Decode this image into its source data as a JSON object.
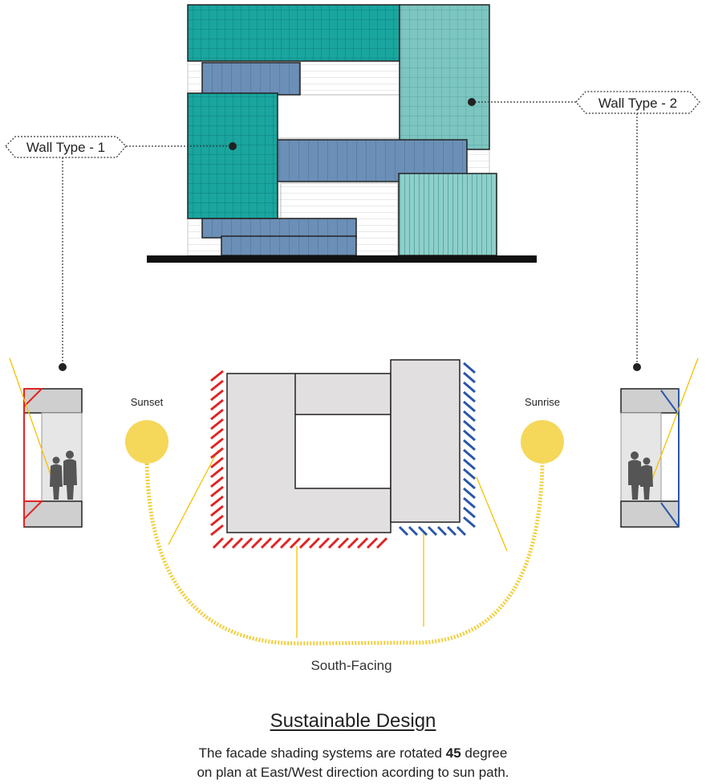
{
  "labels": {
    "wall_type_1": "Wall Type - 1",
    "wall_type_2": "Wall Type - 2",
    "sunset": "Sunset",
    "sunrise": "Sunrise",
    "south_facing": "South-Facing"
  },
  "title": "Sustainable Design",
  "caption": {
    "line1_before": "The facade shading systems are rotated ",
    "line1_number": "45",
    "line1_after": " degree",
    "line2": "on plan at East/West direction acording to sun path."
  },
  "colors": {
    "teal": "#1aa59f",
    "light_teal": "#7cc5c0",
    "steel_blue": "#6b8fb6",
    "red_fin": "#e02424",
    "blue_fin": "#2a56a8",
    "sun": "#f5d75a",
    "plan_grey": "#e1dfe0"
  }
}
